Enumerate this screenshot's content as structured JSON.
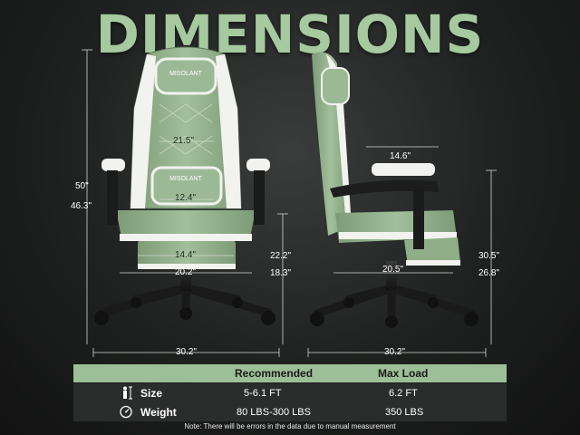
{
  "title": "DIMENSIONS",
  "brand": "MISOLANT",
  "front": {
    "height_total": "50\"",
    "height_min": "46.3\"",
    "backrest_width": "21.5\"",
    "lumbar_width": "12.4\"",
    "seat_width": "14.4\"",
    "seat_outer_width": "20.2\"",
    "seat_height_max": "22.2\"",
    "seat_height_min": "18.3\"",
    "base_width": "30.2\""
  },
  "side": {
    "armrest_depth": "14.6\"",
    "seat_depth": "20.5\"",
    "arm_height_max": "30.5\"",
    "arm_height_min": "26.8\"",
    "base_width": "30.2\""
  },
  "table": {
    "col_recommended": "Recommended",
    "col_max_load": "Max Load",
    "rows": [
      {
        "label": "Size",
        "icon": "person-height-icon",
        "recommended": "5-6.1 FT",
        "max": "6.2 FT"
      },
      {
        "label": "Weight",
        "icon": "scale-weight-icon",
        "recommended": "80 LBS-300 LBS",
        "max": "350 LBS"
      }
    ]
  },
  "note": "Note: There will be errors in the data due to manual measurement",
  "colors": {
    "accent": "#9dbf97",
    "chair_green": "#8fae88",
    "chair_white": "#f2f2ee"
  }
}
